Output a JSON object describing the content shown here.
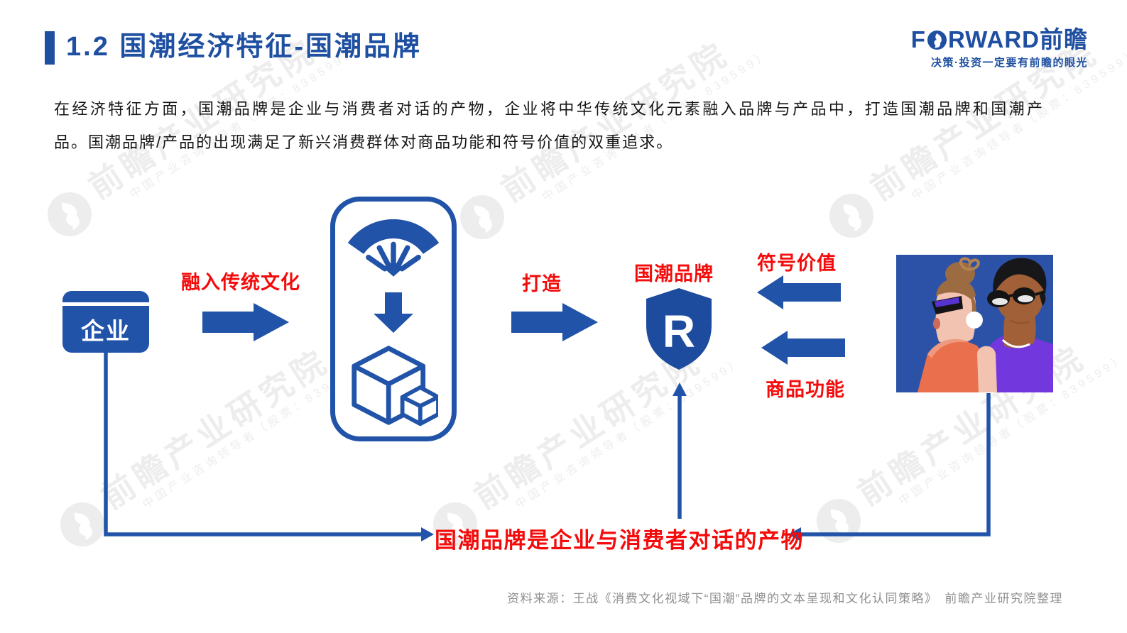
{
  "header": {
    "title": "1.2 国潮经济特征-国潮品牌",
    "logo": {
      "part1": "F",
      "part2": "RWARD",
      "part3": "前瞻",
      "tagline": "决策·投资一定要有前瞻的眼光"
    }
  },
  "intro": {
    "line1": "在经济特征方面，国潮品牌是企业与消费者对话的产物，企业将中华传统文化元素融入品牌与产品中，打造国潮品牌和国潮产",
    "line2": "品。国潮品牌/产品的出现满足了新兴消费群体对商品功能和符号价值的双重追求。"
  },
  "diagram": {
    "enterprise_label": "企业",
    "integrate_label": "融入传统文化",
    "build_label": "打造",
    "brand_label": "国潮品牌",
    "brand_mark": "R",
    "symbol_value_label": "符号价值",
    "product_function_label": "商品功能",
    "conclusion": "国潮品牌是企业与消费者对话的产物"
  },
  "watermark": {
    "line1": "前瞻产业研究院",
    "line2": "中国产业咨询领导者（股票：839599）"
  },
  "footer": {
    "source": "资料来源：王战《消费文化视域下“国潮”品牌的文本呈现和文化认同策略》　前瞻产业研究院整理"
  },
  "colors": {
    "primary_blue": "#2153a8",
    "title_blue": "#1e4fa1",
    "accent_red": "#f40b0b",
    "illustration_bg": "#2b52a7"
  }
}
